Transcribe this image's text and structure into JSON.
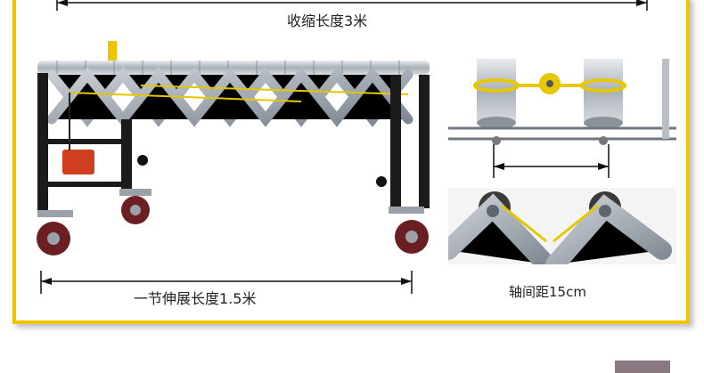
{
  "labels": {
    "collapse_length": "收缩长度3米",
    "extend_length": "一节伸展长度1.5米",
    "axle_distance": "轴间距15cm"
  },
  "colors": {
    "frame_border": "#f2c200",
    "roller_silver": "#b9bfc6",
    "scissor_steel": "#9ea6af",
    "leg_black": "#1b1b1b",
    "lock_red": "#d0401e",
    "wheel_maroon": "#6b1f22",
    "belt_yellow": "#e6c700"
  }
}
